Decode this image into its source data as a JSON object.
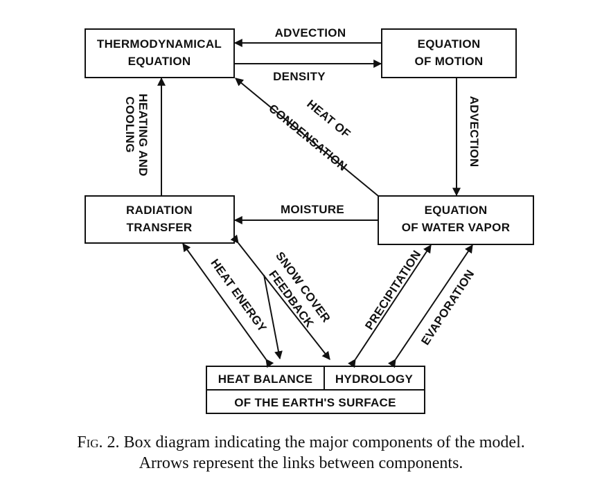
{
  "boxes": {
    "thermo": [
      "THERMODYNAMICAL",
      "EQUATION"
    ],
    "motion": [
      "EQUATION",
      "OF MOTION"
    ],
    "radiation": [
      "RADIATION",
      "TRANSFER"
    ],
    "vapor": [
      "EQUATION",
      "OF WATER VAPOR"
    ],
    "surface": {
      "left": "HEAT BALANCE",
      "right": "HYDROLOGY",
      "bottom": "OF THE EARTH'S SURFACE"
    }
  },
  "links": {
    "advection_top": "ADVECTION",
    "density": "DENSITY",
    "advection_right": "ADVECTION",
    "heating_cooling": [
      "HEATING AND",
      "COOLING"
    ],
    "heat_condensation": [
      "HEAT OF",
      "CONDENSATION"
    ],
    "moisture": "MOISTURE",
    "heat_energy": "HEAT ENERGY",
    "snow_cover": [
      "SNOW COVER",
      "FEEDBACK"
    ],
    "precipitation": "PRECIPITATION",
    "evaporation": "EVAPORATION"
  },
  "caption": {
    "fig": "Fig.",
    "line1": " 2. Box diagram indicating the major components of the model.",
    "line2": "Arrows represent the links between components."
  }
}
